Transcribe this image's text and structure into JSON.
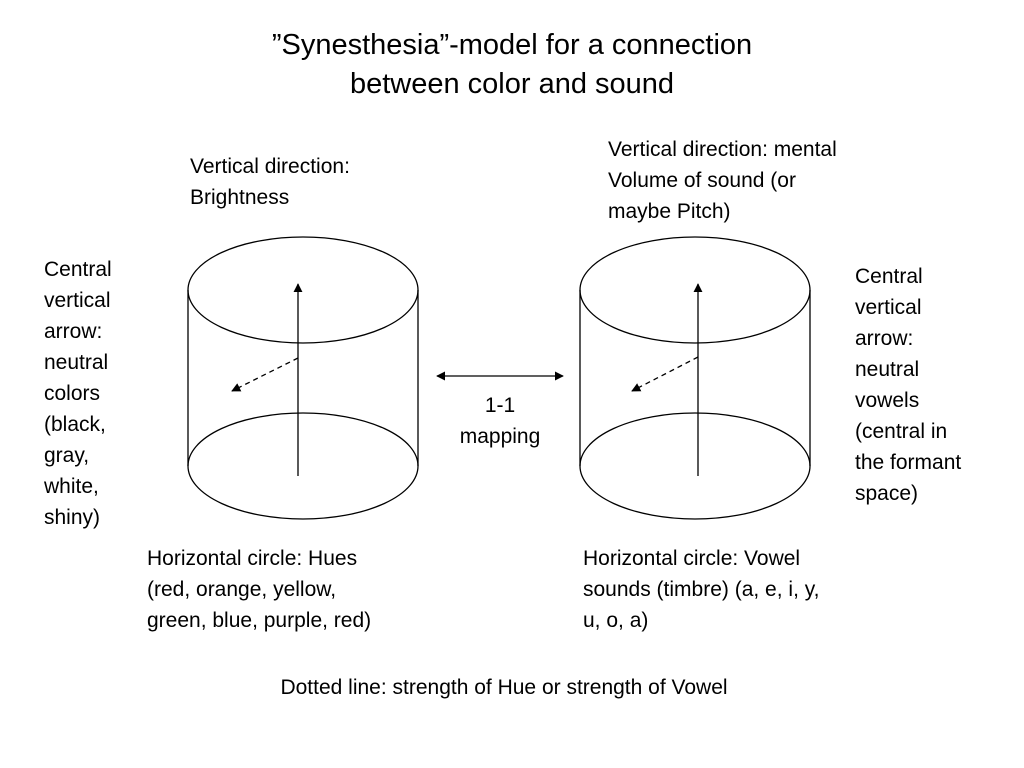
{
  "title": {
    "line1": "”Synesthesia”-model for a connection",
    "line2": "between color and sound"
  },
  "left_cylinder": {
    "top_label": [
      "Vertical direction:",
      "Brightness"
    ],
    "side_label": [
      "Central",
      "vertical",
      "arrow:",
      "neutral",
      "colors",
      "(black,",
      "gray,",
      "white,",
      "shiny)"
    ],
    "bottom_label": [
      "Horizontal circle: Hues",
      "(red, orange, yellow,",
      "green, blue, purple, red)"
    ]
  },
  "right_cylinder": {
    "top_label": [
      "Vertical direction: mental",
      "Volume of sound (or",
      "maybe Pitch)"
    ],
    "side_label": [
      "Central",
      "vertical",
      "arrow:",
      "neutral",
      "vowels",
      "(central in",
      "the formant",
      "space)"
    ],
    "bottom_label": [
      "Horizontal circle: Vowel",
      "sounds (timbre) (a, e, i, y,",
      "u, o, a)"
    ]
  },
  "mapping": {
    "label": [
      "1-1",
      "mapping"
    ]
  },
  "footer": "Dotted line: strength of Hue or strength of Vowel"
}
